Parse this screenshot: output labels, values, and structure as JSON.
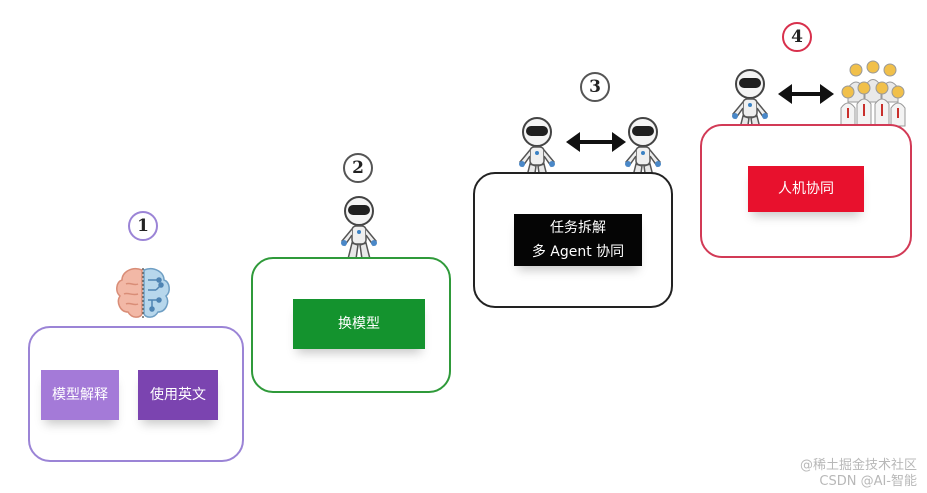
{
  "steps": [
    {
      "number": "1",
      "boxes": [
        "模型解释",
        "使用英文"
      ]
    },
    {
      "number": "2",
      "boxes": [
        "换模型"
      ]
    },
    {
      "number": "3",
      "boxes": [
        "任务拆解\n多 Agent 协同"
      ],
      "lines": [
        "任务拆解",
        "多 Agent 协同"
      ]
    },
    {
      "number": "4",
      "boxes": [
        "人机协同"
      ]
    }
  ],
  "colors": {
    "step1_border": "#9b84d6",
    "step1_box1": "#a47ad8",
    "step1_box2": "#7b44b0",
    "step2_border": "#2f9a3a",
    "step2_box": "#14932e",
    "step3_border": "#222222",
    "step3_box": "#050505",
    "step4_border": "#d23a56",
    "step4_box": "#e8112d",
    "num4_ring": "#d8304c"
  },
  "icons": [
    "brain-icon",
    "robot-icon",
    "double-arrow-icon",
    "people-group-icon"
  ],
  "watermark": {
    "line1": "@稀土掘金技术社区",
    "line2": "CSDN @AI-智能"
  }
}
